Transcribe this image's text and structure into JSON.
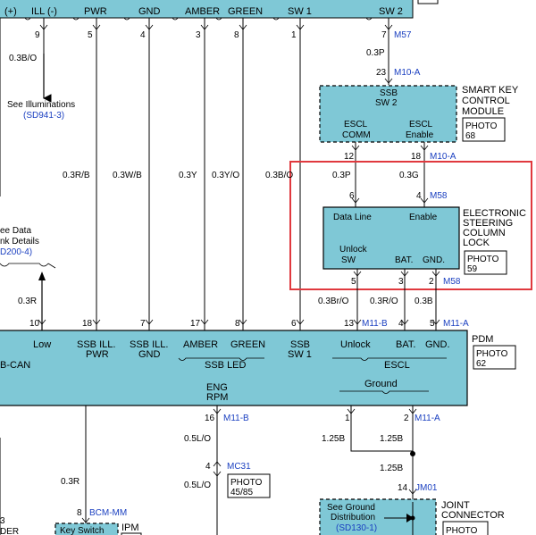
{
  "colors": {
    "module_fill": "#7fc8d6",
    "wire": "#000000",
    "connector_blue": "#1a3fc0",
    "highlight_red": "#e0393e",
    "text": "#000000"
  },
  "top_module": {
    "pins": [
      "(+)",
      "ILL (-)",
      "PWR",
      "GND",
      "AMBER",
      "GREEN",
      "SW 1",
      "SW 2"
    ]
  },
  "pin_numbers_top": [
    "9",
    "5",
    "4",
    "3",
    "8",
    "1",
    "7"
  ],
  "connectors": {
    "m57": "M57",
    "m10a_top": "M10-A",
    "m10a_bottom": "M10-A",
    "m58_top": "M58",
    "m58_bottom": "M58",
    "m11b_right": "M11-B",
    "m11a_right": "M11-A",
    "m11b_lower": "M11-B",
    "m11a_lower": "M11-A",
    "mc31": "MC31",
    "jm01": "JM01",
    "bcm_mm": "BCM-MM"
  },
  "wire_labels": {
    "w_03bo_left": "0.3B/O",
    "w_03rb": "0.3R/B",
    "w_03wb": "0.3W/B",
    "w_03y": "0.3Y",
    "w_03yo": "0.3Y/O",
    "w_03bo_mid": "0.3B/O",
    "w_03p_top": "0.3P",
    "w_03p": "0.3P",
    "w_03g": "0.3G",
    "w_03bro": "0.3Br/O",
    "w_03ro": "0.3R/O",
    "w_03b": "0.3B",
    "w_03r": "0.3R",
    "w_05lo_a": "0.5L/O",
    "w_05lo_b": "0.5L/O",
    "w_125b_a": "1.25B",
    "w_125b_b": "1.25B",
    "w_125b_c": "1.25B",
    "w_03r_lower": "0.3R"
  },
  "references": {
    "illum_label": "See Illuminations",
    "illum_code": "(SD941-3)",
    "data_label_1": "ee Data",
    "data_label_2": "nk Details",
    "data_code": "D200-4)",
    "ground_label_1": "See Ground",
    "ground_label_2": "Distribution",
    "ground_code": "(SD130-1)"
  },
  "ssb_module": {
    "title_1": "SSB",
    "title_2": "SW 2",
    "pin_left_1": "ESCL",
    "pin_left_2": "COMM",
    "pin_right_1": "ESCL",
    "pin_right_2": "Enable",
    "side_1": "SMART KEY",
    "side_2": "CONTROL",
    "side_3": "MODULE",
    "photo_1": "PHOTO",
    "photo_2": "68",
    "pin_a": "12",
    "pin_b": "18",
    "pin_c": "23"
  },
  "escl_module": {
    "pin_top_left": "Data Line",
    "pin_top_right": "Enable",
    "pin_bottom_left_1": "Unlock",
    "pin_bottom_left_2": "SW",
    "pin_bottom_mid": "BAT.",
    "pin_bottom_right": "GND.",
    "side_1": "ELECTRONIC",
    "side_2": "STEERING",
    "side_3": "COLUMN",
    "side_4": "LOCK",
    "photo_1": "PHOTO",
    "photo_2": "59",
    "pin_6": "6",
    "pin_4": "4",
    "pin_5": "5",
    "pin_3": "3",
    "pin_2": "2"
  },
  "pdm_module": {
    "name": "PDM",
    "photo_1": "PHOTO",
    "photo_2": "62",
    "pins": {
      "low": "Low",
      "bcan": "B-CAN",
      "ssb_ill_pwr_1": "SSB ILL.",
      "ssb_ill_pwr_2": "PWR",
      "ssb_ill_gnd_1": "SSB ILL.",
      "ssb_ill_gnd_2": "GND",
      "amber": "AMBER",
      "green": "GREEN",
      "ssb_led": "SSB LED",
      "ssb_sw1_1": "SSB",
      "ssb_sw1_2": "SW 1",
      "unlock": "Unlock",
      "bat": "BAT.",
      "gnd": "GND.",
      "escl": "ESCL",
      "eng": "ENG",
      "rpm": "RPM",
      "ground": "Ground"
    },
    "pin_numbers": [
      "10",
      "18",
      "7",
      "17",
      "8",
      "6",
      "13",
      "4",
      "5"
    ]
  },
  "lower": {
    "pin_16": "16",
    "pin_4": "4",
    "pin_1": "1",
    "pin_2": "2",
    "pin_14": "14",
    "pin_8": "8",
    "photo_1": "PHOTO",
    "photo_2": "45/85",
    "joint_1": "JOINT",
    "joint_2": "CONNECTOR",
    "joint_photo": "PHOTO",
    "ipm_label": "IPM",
    "key_switch": "Key Switch",
    "lower_left_1": "3",
    "lower_left_2": "DER"
  }
}
